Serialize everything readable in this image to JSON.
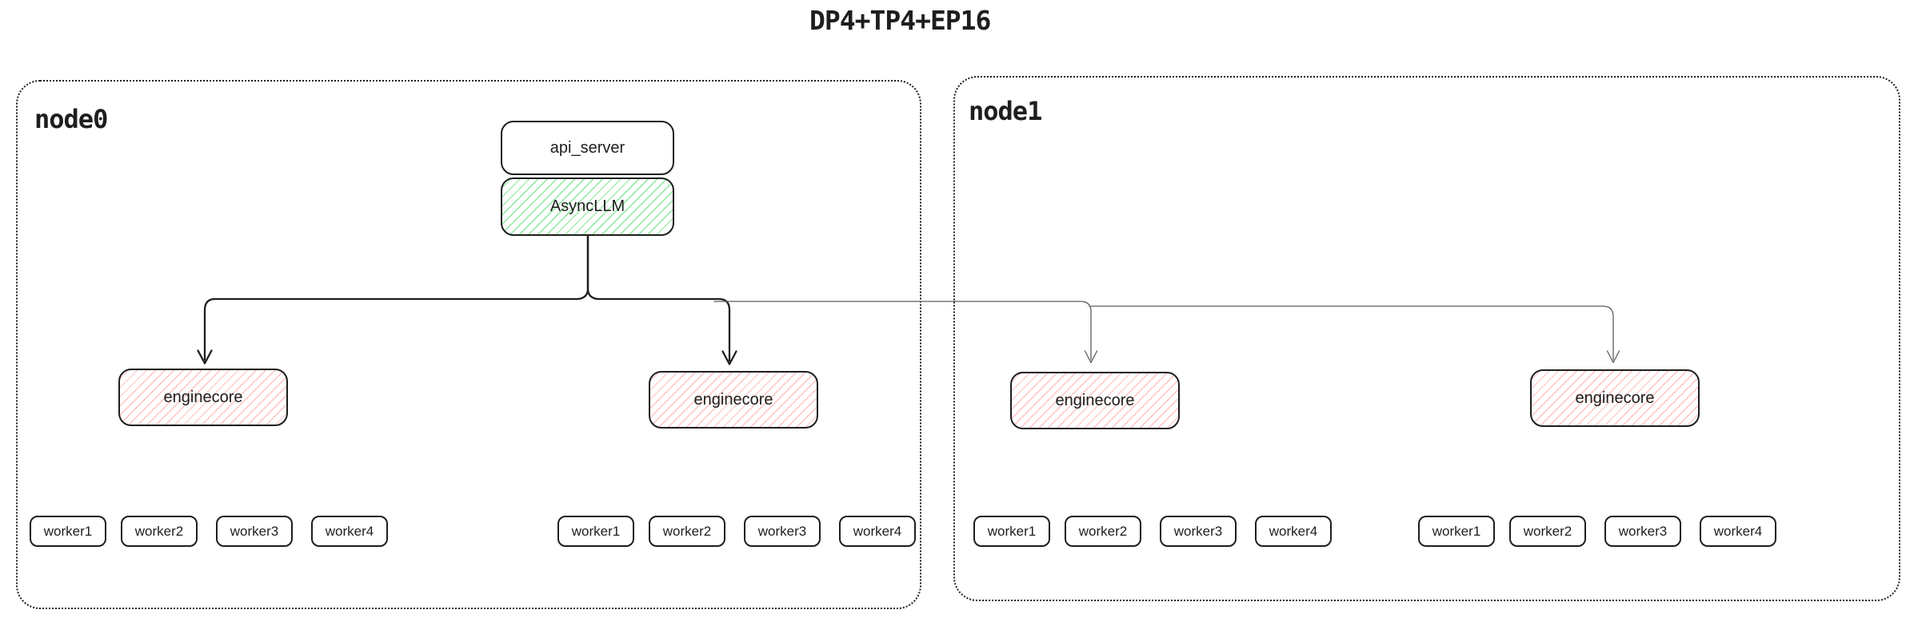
{
  "title": "DP4+TP4+EP16",
  "node0": {
    "label": "node0",
    "api_server_label": "api_server",
    "asyncllm_label": "AsyncLLM",
    "enginecores": [
      {
        "label": "enginecore",
        "workers": [
          "worker1",
          "worker2",
          "worker3",
          "worker4"
        ]
      },
      {
        "label": "enginecore",
        "workers": [
          "worker1",
          "worker2",
          "worker3",
          "worker4"
        ]
      }
    ]
  },
  "node1": {
    "label": "node1",
    "enginecores": [
      {
        "label": "enginecore",
        "workers": [
          "worker1",
          "worker2",
          "worker3",
          "worker4"
        ]
      },
      {
        "label": "enginecore",
        "workers": [
          "worker1",
          "worker2",
          "worker3",
          "worker4"
        ]
      }
    ]
  },
  "colors": {
    "stroke": "#1e1e1e",
    "asyncllm_hatch": "#8ce99a",
    "enginecore_hatch": "#ffc2c2",
    "secondary_line": "#5c5c5c",
    "background": "#ffffff"
  }
}
